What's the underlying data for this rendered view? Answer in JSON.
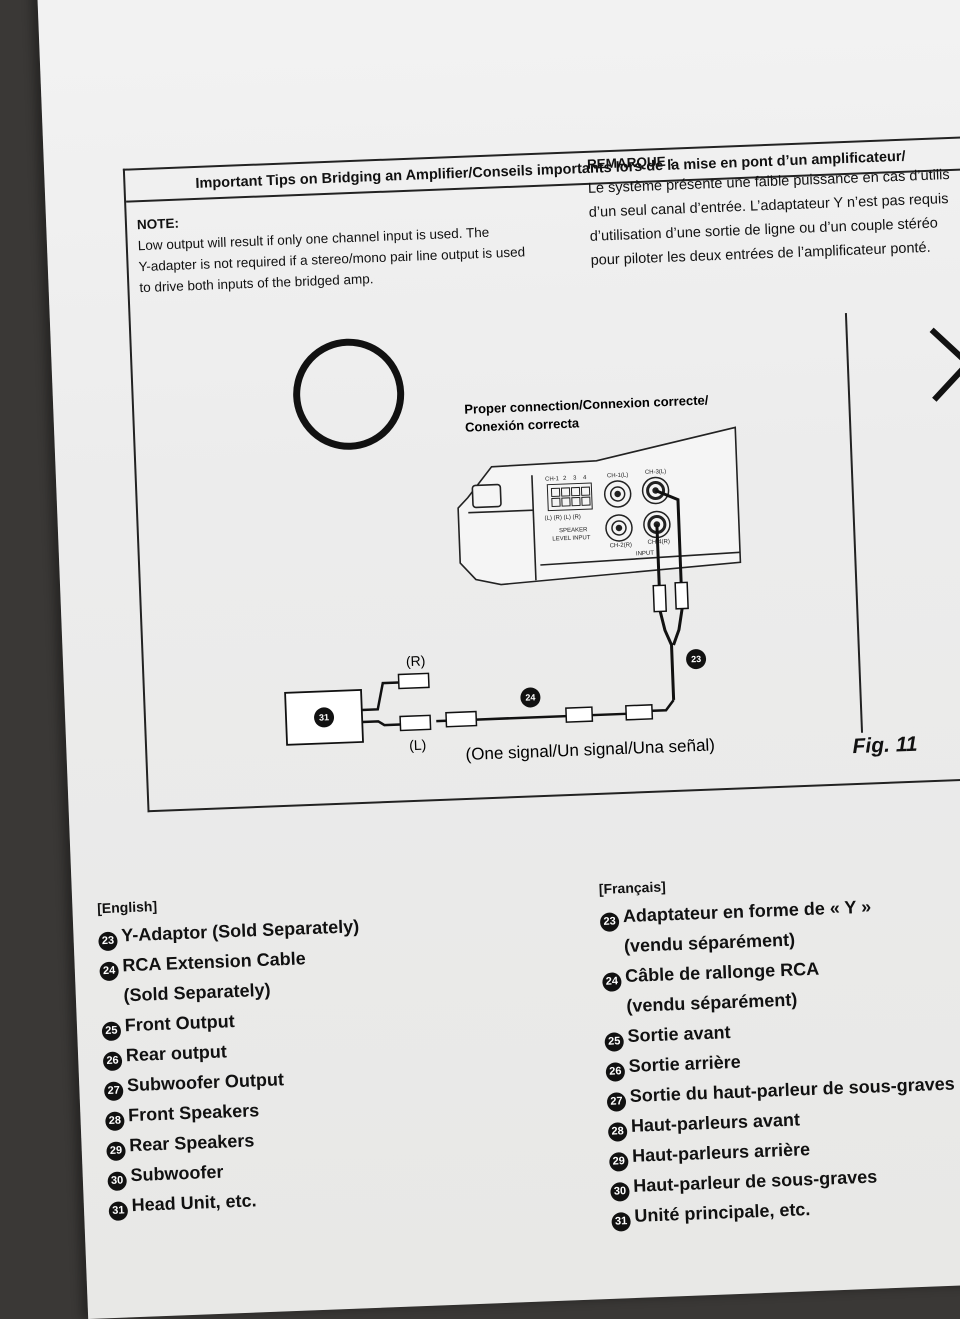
{
  "header": {
    "title": "Important Tips on Bridging an Amplifier/Conseils importants lors de la mise en pont d’un amplificateur/"
  },
  "note_en": {
    "label": "NOTE:",
    "lines": [
      "Low output will result if only one channel input is used. The",
      "Y-adapter is not required if a stereo/mono pair line output is used",
      "to drive both inputs of the bridged amp."
    ]
  },
  "note_fr": {
    "label": "REMARQUE :",
    "lines": [
      "Le système présente une faible puissance en cas d’utilis",
      "d’un seul canal d’entrée. L’adaptateur Y n’est pas requis",
      "d’utilisation d’une sortie de ligne ou d’un couple stéréo",
      "pour piloter les deux entrées de l’amplificateur ponté."
    ]
  },
  "diagram": {
    "caption_line1": "Proper connection/Connexion correcte/",
    "caption_line2": "Conexión correcta",
    "ch_labels": [
      "CH-1",
      "2",
      "3",
      "4"
    ],
    "lr_labels": "(L) (R) (L) (R)",
    "speaker_input": "SPEAKER",
    "speaker_input2": "LEVEL INPUT",
    "jack_labels": [
      "CH-1(L)",
      "CH-3(L)",
      "CH-2(R)",
      "CH-4(R)"
    ],
    "input_label": "INPUT",
    "r_label": "(R)",
    "l_label": "(L)",
    "head_unit_num": "31",
    "cable_num": "24",
    "yadapter_num": "23",
    "signal_caption": "(One signal/Un signal/Una señal)",
    "figure_label": "Fig. 11"
  },
  "legend_en": {
    "header": "[English]",
    "items": [
      {
        "num": "23",
        "text": "Y-Adaptor (Sold Separately)"
      },
      {
        "num": "24",
        "text": "RCA Extension Cable"
      },
      {
        "num": "",
        "text": "(Sold Separately)"
      },
      {
        "num": "25",
        "text": "Front Output"
      },
      {
        "num": "26",
        "text": "Rear output"
      },
      {
        "num": "27",
        "text": "Subwoofer Output"
      },
      {
        "num": "28",
        "text": "Front Speakers"
      },
      {
        "num": "29",
        "text": "Rear Speakers"
      },
      {
        "num": "30",
        "text": "Subwoofer"
      },
      {
        "num": "31",
        "text": "Head Unit, etc."
      }
    ]
  },
  "legend_fr": {
    "header": "[Français]",
    "items": [
      {
        "num": "23",
        "text": "Adaptateur en forme de « Y »"
      },
      {
        "num": "",
        "text": "(vendu séparément)"
      },
      {
        "num": "24",
        "text": "Câble de rallonge RCA"
      },
      {
        "num": "",
        "text": "(vendu séparément)"
      },
      {
        "num": "25",
        "text": "Sortie avant"
      },
      {
        "num": "26",
        "text": "Sortie arrière"
      },
      {
        "num": "27",
        "text": "Sortie du haut-parleur de sous-graves"
      },
      {
        "num": "28",
        "text": "Haut-parleurs avant"
      },
      {
        "num": "29",
        "text": "Haut-parleurs arrière"
      },
      {
        "num": "30",
        "text": "Haut-parleur de sous-graves"
      },
      {
        "num": "31",
        "text": "Unité principale, etc."
      }
    ]
  }
}
